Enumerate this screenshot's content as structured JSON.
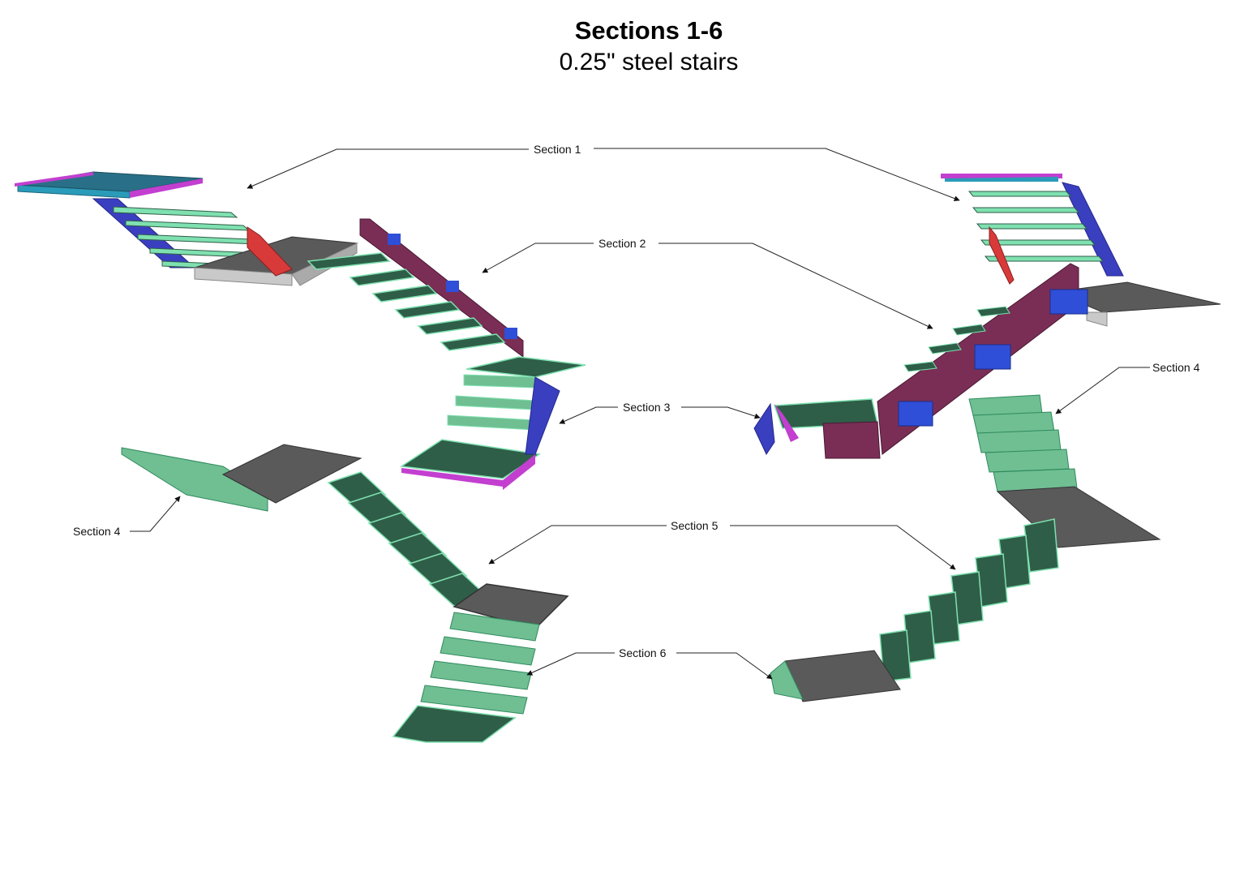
{
  "title": "Sections 1-6",
  "subtitle": "0.25\" steel stairs",
  "labels": {
    "section1": "Section 1",
    "section2": "Section 2",
    "section3": "Section 3",
    "section4_left": "Section 4",
    "section4_right": "Section 4",
    "section5": "Section 5",
    "section6": "Section 6"
  },
  "colors": {
    "tread_green": "#2f5e48",
    "tread_edge": "#7fe0b0",
    "riser_green": "#6fbf93",
    "landing_gray": "#5a5a5a",
    "landing_side": "#c9c9c9",
    "stringer_blue": "#3a3fc0",
    "plate_magenta": "#c23fd0",
    "plate_cyan": "#2a9bb8",
    "brace_red": "#d83a3a",
    "beam_maroon": "#7a2e55",
    "bracket_blue": "#2f4fd8"
  }
}
